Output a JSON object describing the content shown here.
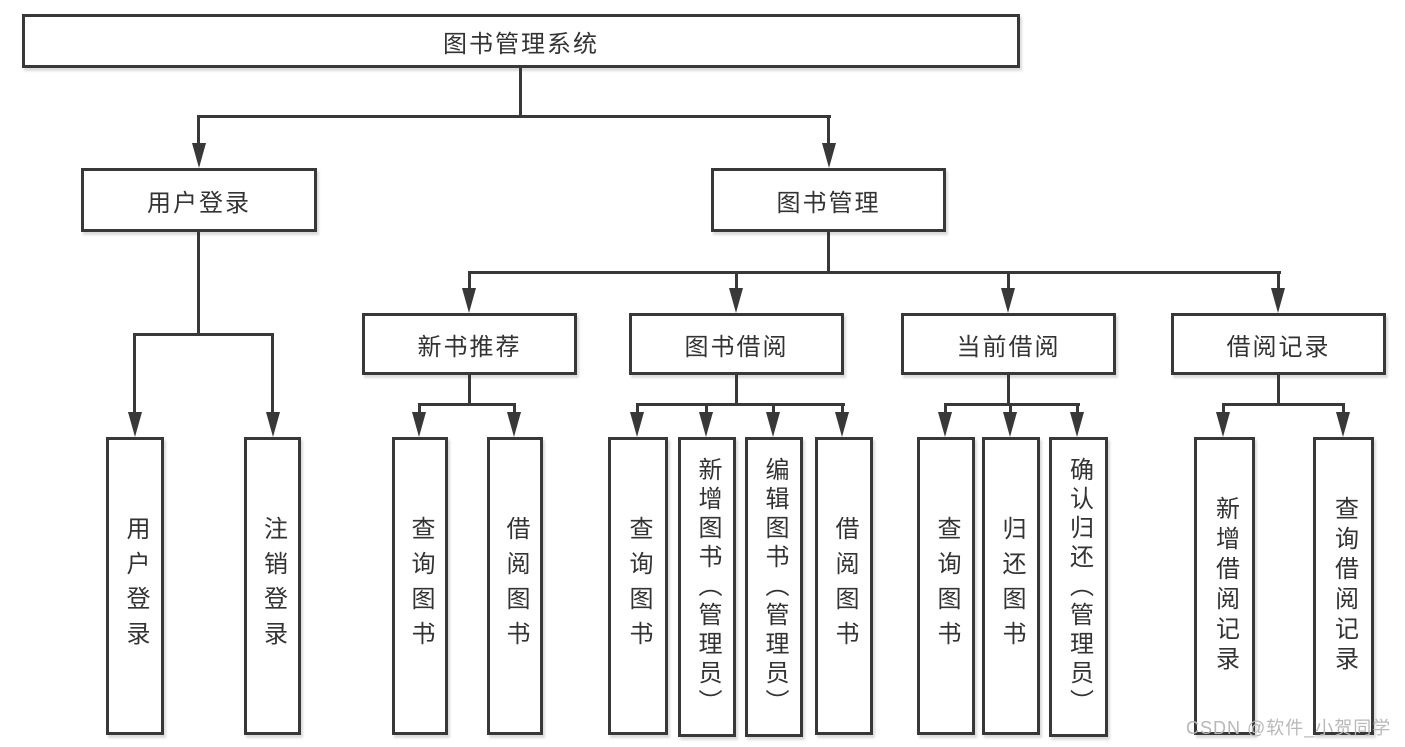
{
  "diagram": {
    "type": "hierarchy-tree",
    "title": "图书管理系统"
  },
  "colors": {
    "line": "#383838",
    "text": "#333333",
    "background": "#ffffff",
    "watermark": "#b8b8b8"
  },
  "nodes": {
    "root": {
      "label": "图书管理系统"
    },
    "user_login": {
      "label": "用户登录"
    },
    "book_mgmt": {
      "label": "图书管理"
    },
    "new_book_rec": {
      "label": "新书推荐"
    },
    "book_borrow": {
      "label": "图书借阅"
    },
    "current_borrow": {
      "label": "当前借阅"
    },
    "borrow_records": {
      "label": "借阅记录"
    },
    "leaf_user_login": {
      "label": "用户登录"
    },
    "leaf_logout": {
      "label": "注销登录"
    },
    "leaf_query_book_1": {
      "label": "查询图书"
    },
    "leaf_borrow_book_1": {
      "label": "借阅图书"
    },
    "leaf_query_book_2": {
      "label": "查询图书"
    },
    "leaf_add_book": {
      "label": "新增图书（管理员）"
    },
    "leaf_edit_book": {
      "label": "编辑图书（管理员）"
    },
    "leaf_borrow_book_2": {
      "label": "借阅图书"
    },
    "leaf_query_book_3": {
      "label": "查询图书"
    },
    "leaf_return_book": {
      "label": "归还图书"
    },
    "leaf_confirm_return": {
      "label": "确认归还（管理员）"
    },
    "leaf_add_record": {
      "label": "新增借阅记录"
    },
    "leaf_query_record": {
      "label": "查询借阅记录"
    }
  },
  "watermark": {
    "text": "CSDN @软件_小贺同学"
  }
}
